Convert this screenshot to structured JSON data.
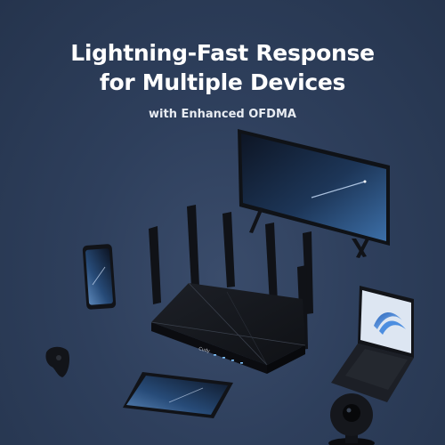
{
  "headline": {
    "line1": "Lightning-Fast Response",
    "line2": "for Multiple Devices"
  },
  "subheadline": "with Enhanced OFDMA",
  "router_brand": "Cudy",
  "colors": {
    "background": "#2e3f5c",
    "text": "#ffffff",
    "device_body": "#15171c",
    "screen_glow": "#3c6fa8",
    "led": "#7fc4ff"
  }
}
